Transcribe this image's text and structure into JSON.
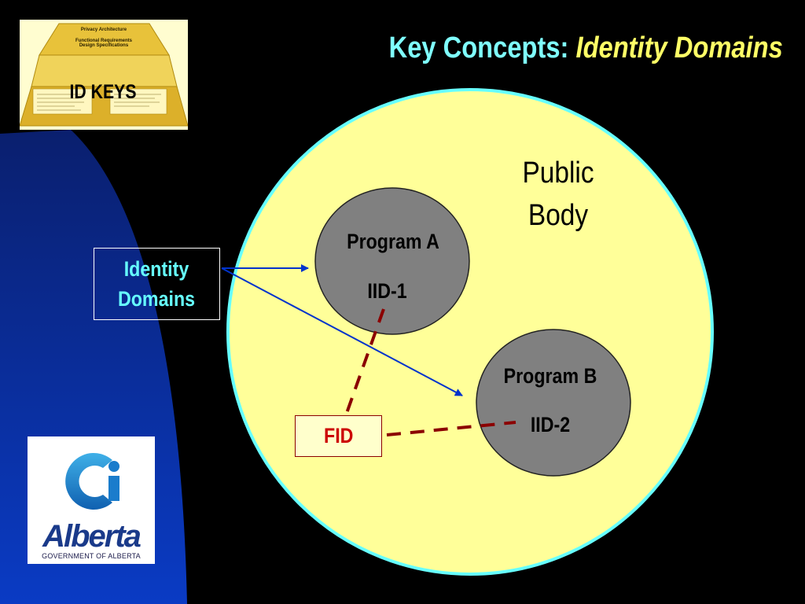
{
  "title": {
    "main": "Key Concepts:",
    "italic": "Identity Domains"
  },
  "thumbnail": {
    "heading": "Privacy Architecture",
    "sub1": "Functional Requirements",
    "sub2": "Design Specifications",
    "label": "ID KEYS"
  },
  "logo": {
    "org": "GOVERNMENT OF ALBERTA",
    "brand": "Alberta"
  },
  "diagram": {
    "public_body": {
      "line1": "Public",
      "line2": "Body"
    },
    "program_a": {
      "name": "Program A",
      "id": "IID-1"
    },
    "program_b": {
      "name": "Program B",
      "id": "IID-2"
    },
    "identity_domains": {
      "line1": "Identity",
      "line2": "Domains"
    },
    "fid": "FID"
  },
  "colors": {
    "background": "#000000",
    "title_cyan": "#7fffff",
    "title_yellow": "#ffff66",
    "public_body_fill": "#ffff99",
    "public_body_border": "#66ffff",
    "program_fill": "#808080",
    "arrow": "#0033cc",
    "dashed_link": "#8b0000",
    "identity_text": "#66ffff",
    "fid_text": "#cc0000"
  }
}
